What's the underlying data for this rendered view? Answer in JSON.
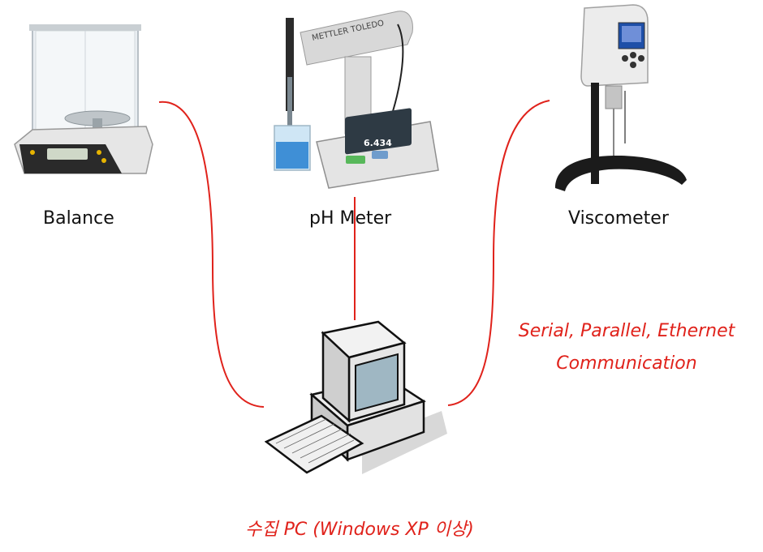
{
  "devices": {
    "balance": {
      "label": "Balance",
      "icon": "analytical-balance-icon"
    },
    "ph_meter": {
      "label": "pH Meter",
      "icon": "ph-meter-icon",
      "brand": "METTLER TOLEDO",
      "display": "6.434"
    },
    "viscometer": {
      "label": "Viscometer",
      "icon": "viscometer-icon"
    }
  },
  "pc": {
    "label": "수집 PC (Windows XP 이상)",
    "icon": "desktop-computer-icon"
  },
  "connection": {
    "line1": "Serial, Parallel, Ethernet",
    "line2": "Communication",
    "color": "#e0221b"
  }
}
